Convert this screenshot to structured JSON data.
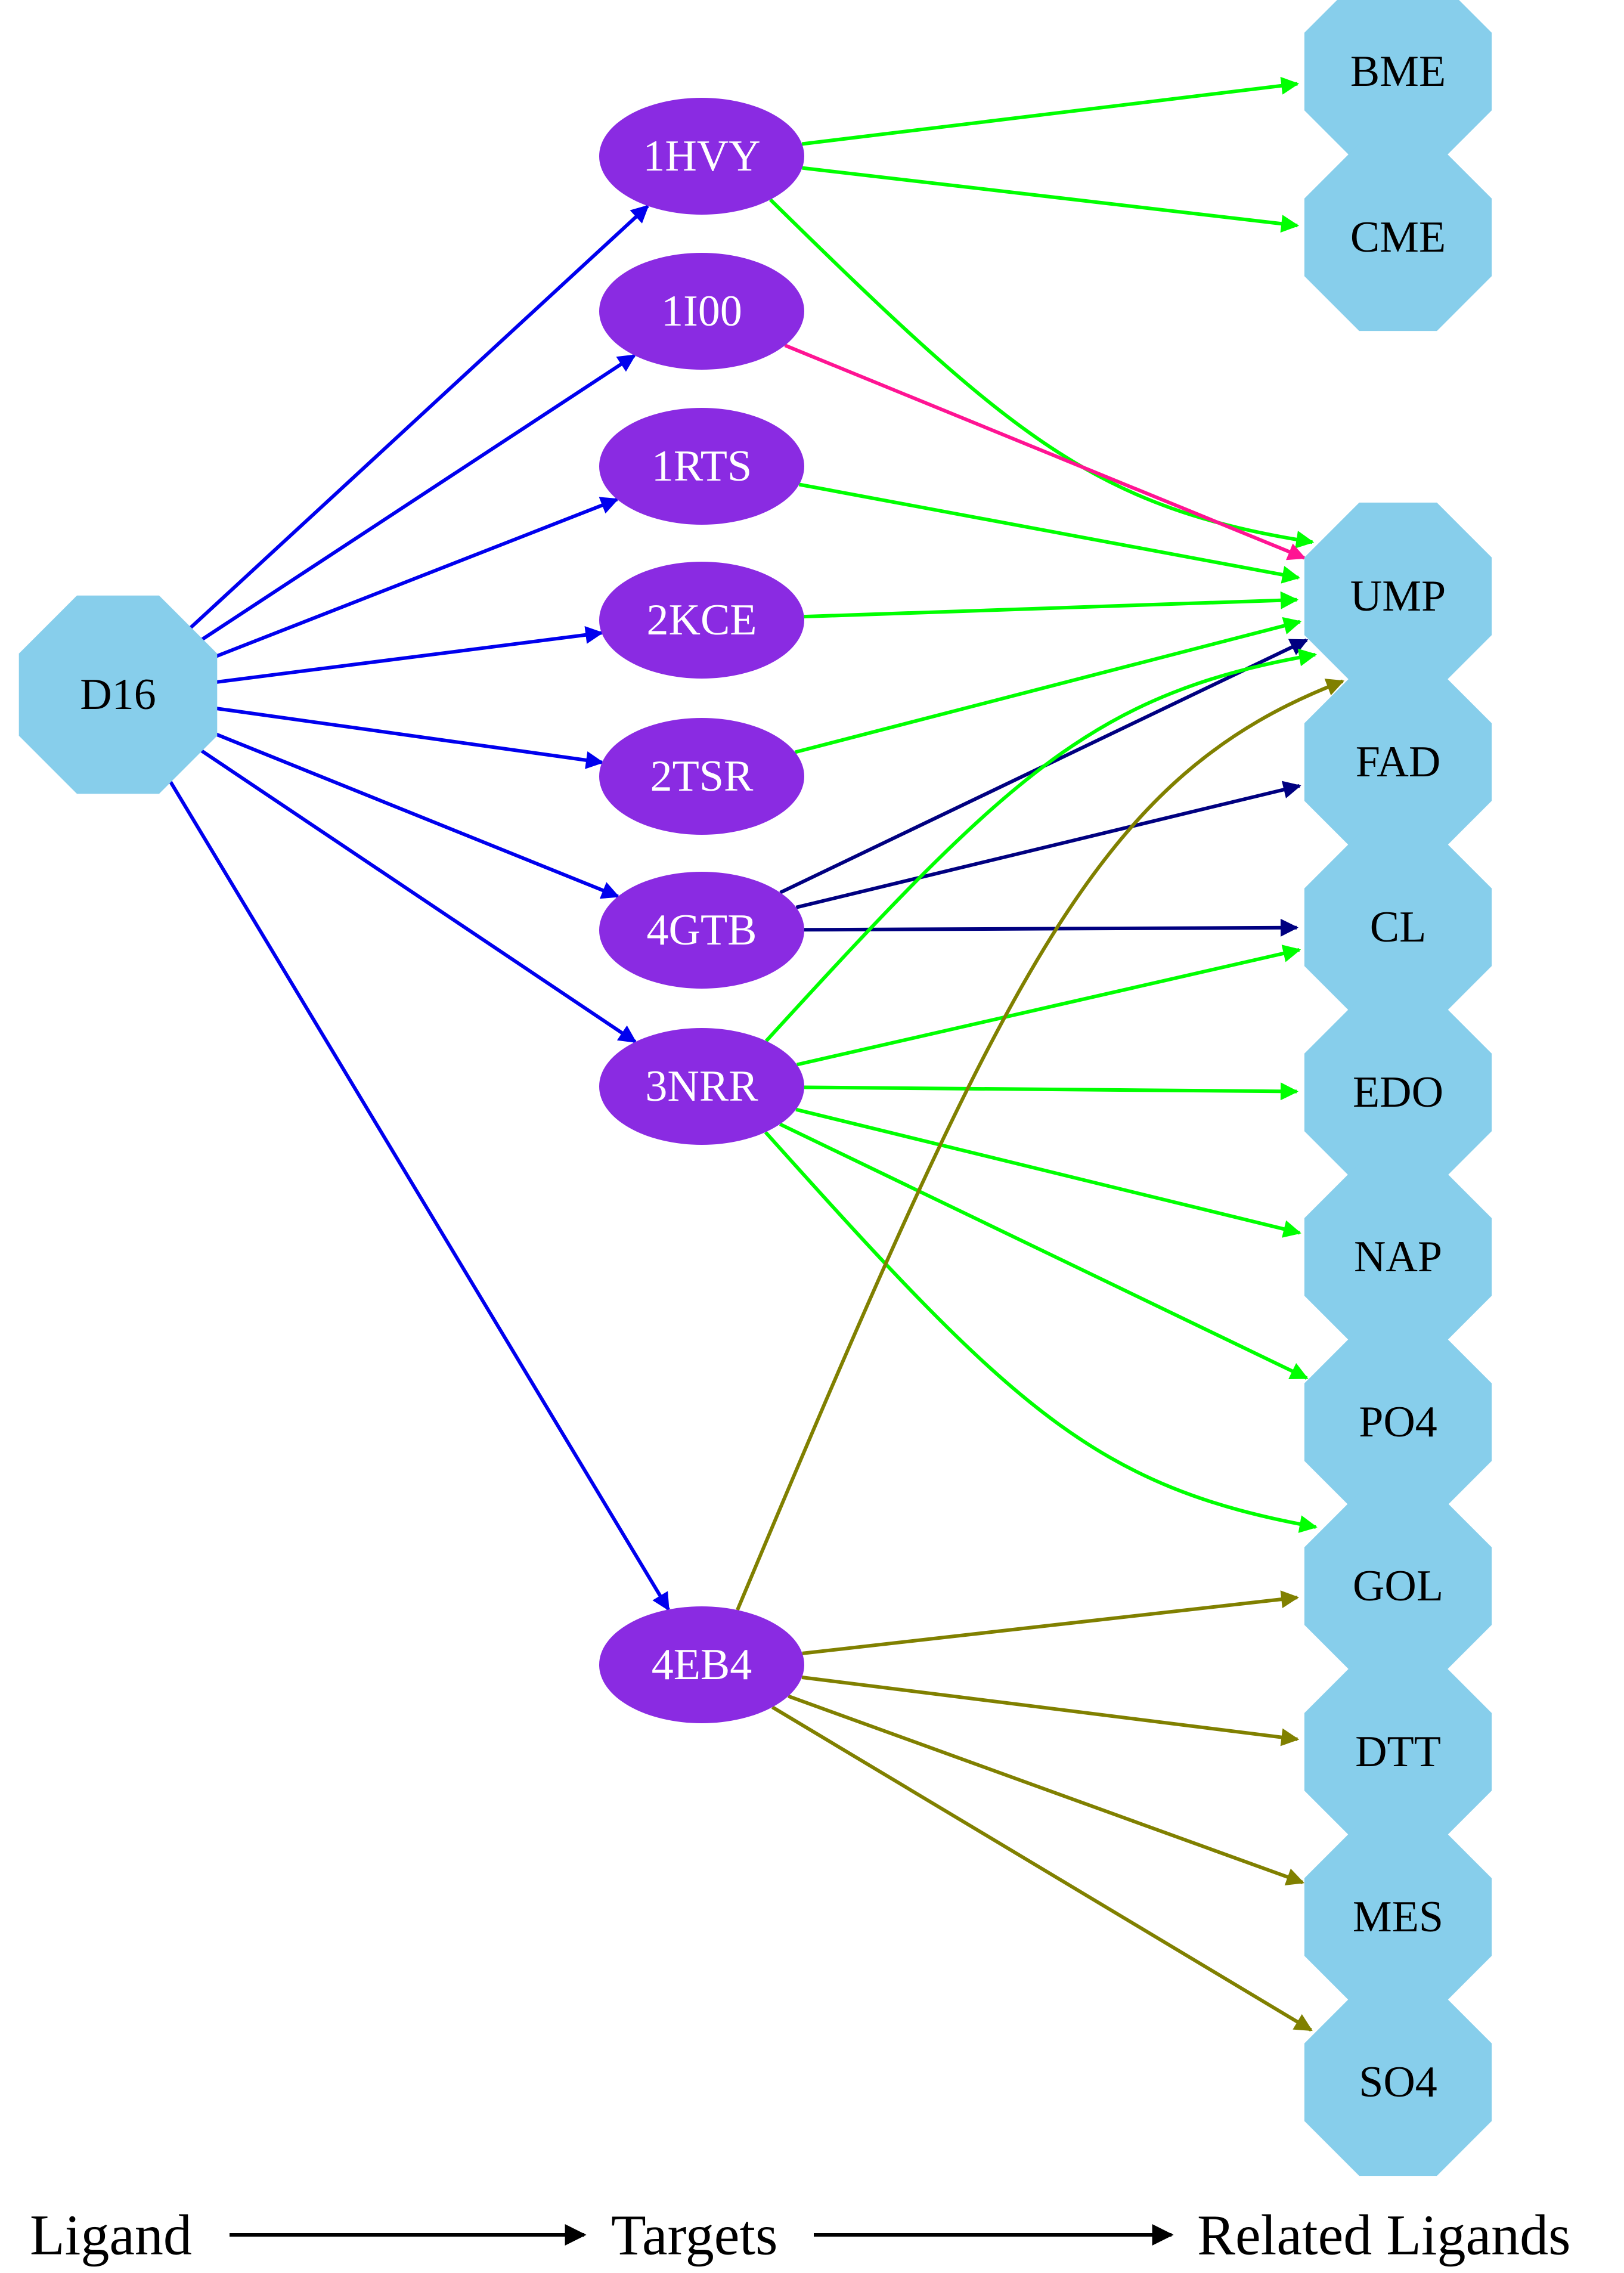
{
  "colors": {
    "ligand_fill": "#87ceeb",
    "target_fill": "#8a2be2",
    "ligand_to_target_edge": "#0000ee",
    "legend_arrow": "#000000",
    "edge_green": "#00ff00",
    "edge_pink": "#ff1493",
    "edge_navy": "#000080",
    "edge_olive": "#808000"
  },
  "source_ligand": "D16",
  "targets": [
    "1HVY",
    "1I00",
    "1RTS",
    "2KCE",
    "2TSR",
    "4GTB",
    "3NRR",
    "4EB4"
  ],
  "related_ligands": [
    "BME",
    "CME",
    "UMP",
    "FAD",
    "CL",
    "EDO",
    "NAP",
    "PO4",
    "GOL",
    "DTT",
    "MES",
    "SO4"
  ],
  "target_edges": [
    {
      "from": "1HVY",
      "to": "BME",
      "color": "#00ff00"
    },
    {
      "from": "1HVY",
      "to": "CME",
      "color": "#00ff00"
    },
    {
      "from": "1HVY",
      "to": "UMP",
      "color": "#00ff00"
    },
    {
      "from": "1I00",
      "to": "UMP",
      "color": "#ff1493"
    },
    {
      "from": "1RTS",
      "to": "UMP",
      "color": "#00ff00"
    },
    {
      "from": "2KCE",
      "to": "UMP",
      "color": "#00ff00"
    },
    {
      "from": "2TSR",
      "to": "UMP",
      "color": "#00ff00"
    },
    {
      "from": "4GTB",
      "to": "UMP",
      "color": "#000080"
    },
    {
      "from": "4GTB",
      "to": "FAD",
      "color": "#000080"
    },
    {
      "from": "4GTB",
      "to": "CL",
      "color": "#000080"
    },
    {
      "from": "3NRR",
      "to": "UMP",
      "color": "#00ff00"
    },
    {
      "from": "3NRR",
      "to": "CL",
      "color": "#00ff00"
    },
    {
      "from": "3NRR",
      "to": "EDO",
      "color": "#00ff00"
    },
    {
      "from": "3NRR",
      "to": "NAP",
      "color": "#00ff00"
    },
    {
      "from": "3NRR",
      "to": "PO4",
      "color": "#00ff00"
    },
    {
      "from": "3NRR",
      "to": "GOL",
      "color": "#00ff00"
    },
    {
      "from": "4EB4",
      "to": "UMP",
      "color": "#808000"
    },
    {
      "from": "4EB4",
      "to": "GOL",
      "color": "#808000"
    },
    {
      "from": "4EB4",
      "to": "DTT",
      "color": "#808000"
    },
    {
      "from": "4EB4",
      "to": "MES",
      "color": "#808000"
    },
    {
      "from": "4EB4",
      "to": "SO4",
      "color": "#808000"
    }
  ],
  "legend": {
    "ligand": "Ligand",
    "targets": "Targets",
    "related": "Related Ligands"
  }
}
